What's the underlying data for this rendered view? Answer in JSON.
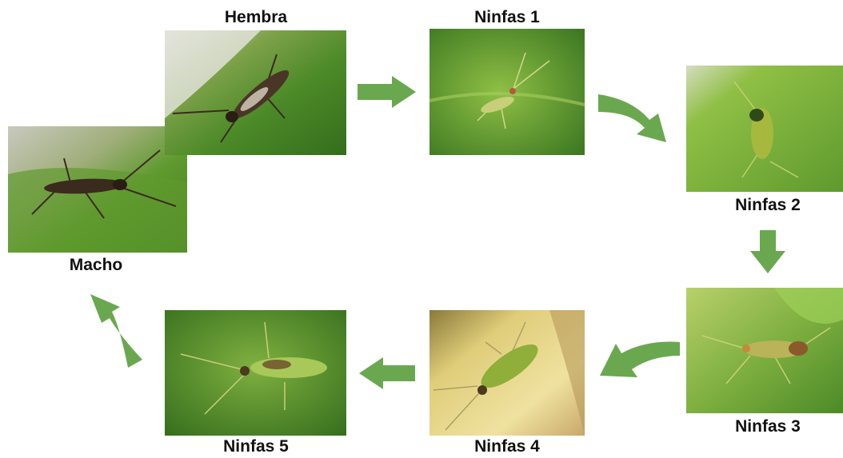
{
  "stages": {
    "hembra": {
      "label": "Hembra"
    },
    "ninfas1": {
      "label": "Ninfas 1"
    },
    "ninfas2": {
      "label": "Ninfas 2"
    },
    "ninfas3": {
      "label": "Ninfas 3"
    },
    "ninfas4": {
      "label": "Ninfas 4"
    },
    "ninfas5": {
      "label": "Ninfas 5"
    },
    "macho": {
      "label": "Macho"
    }
  },
  "colors": {
    "arrow": "#6aa84f",
    "leaf_dark": "#3f7a23",
    "leaf_mid": "#5f9a2e",
    "leaf_light": "#8fbf45",
    "yellow_leaf": "#e8d88a",
    "adult_insect": "#3b2a1e",
    "nymph_insect": "#b9c95a"
  }
}
